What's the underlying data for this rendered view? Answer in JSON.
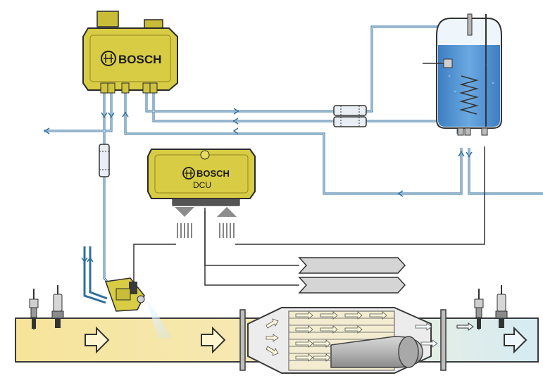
{
  "supply_module": {
    "brand": "BOSCH"
  },
  "dcu": {
    "brand": "BOSCH",
    "label": "DCU"
  },
  "colors": {
    "exhaust_hot": "#f7e4a0",
    "exhaust_clean": "#dcedf3",
    "module_yellow": "#d8cc45",
    "module_outline": "#2a2a2a",
    "line_blue": "#2f6f9c",
    "tank_fluid": "#4a8fd0",
    "catalyst_gray": "#9a9a9a",
    "signal_arrow_gray": "#8c8c8c"
  },
  "icons": {
    "flow_arrow": "hollow-arrow-icon",
    "sensor": "exhaust-sensor-icon",
    "injector": "dosing-injector-icon"
  }
}
